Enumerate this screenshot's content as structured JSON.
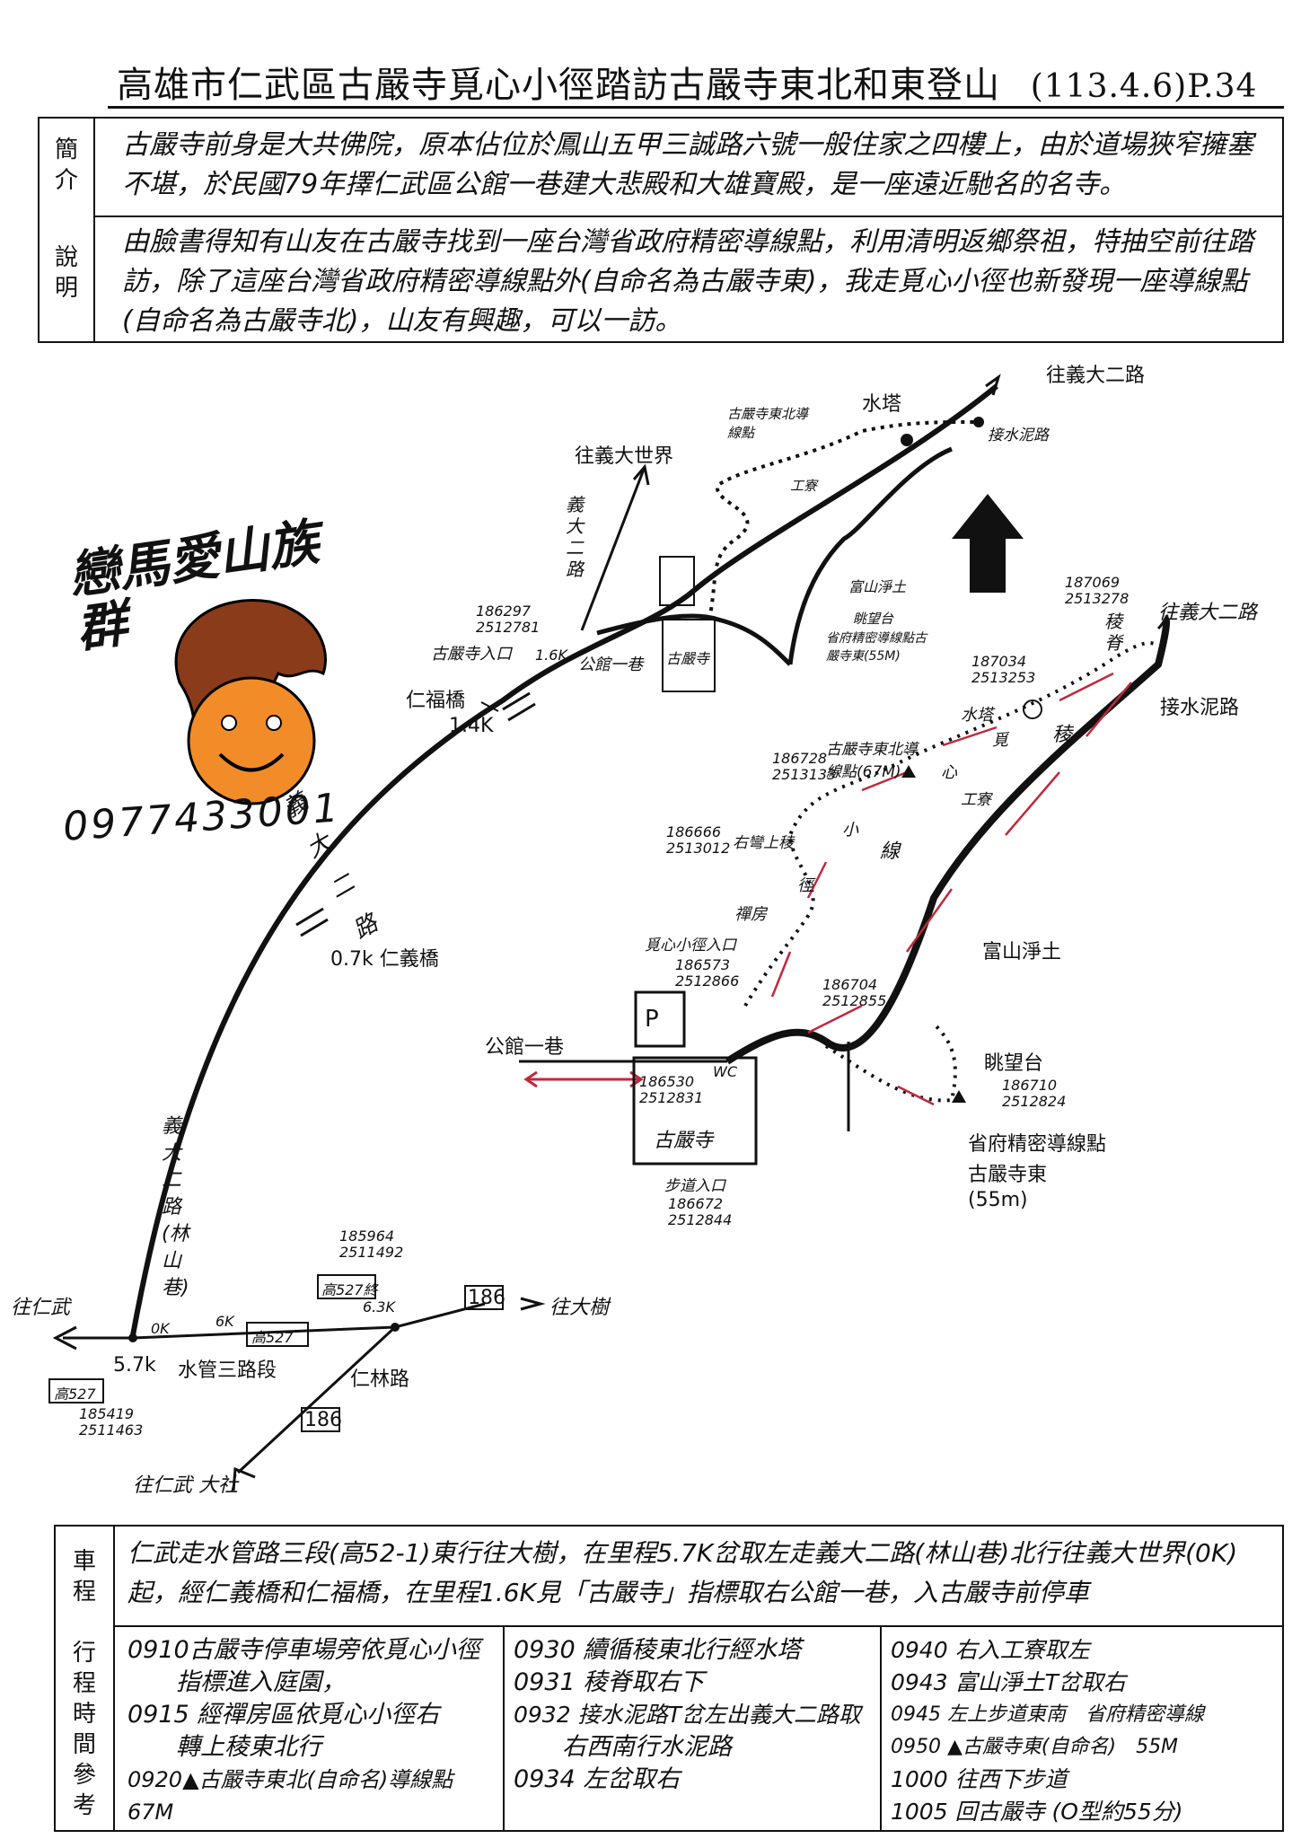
{
  "title": "高雄市仁武區古嚴寺覓心小徑踏訪古嚴寺東北和東登山",
  "date_page": "(113.4.6)P.34",
  "intro": {
    "label": "簡介",
    "text": "古嚴寺前身是大共佛院，原本佔位於鳳山五甲三誠路六號一般住家之四樓上，由於道場狹窄擁塞不堪，於民國79年擇仁武區公館一巷建大悲殿和大雄寶殿，是一座遠近馳名的名寺。"
  },
  "note": {
    "label": "說明",
    "text": "由臉書得知有山友在古嚴寺找到一座台灣省政府精密導線點，利用清明返鄉祭祖，特抽空前往踏訪，除了這座台灣省政府精密導線點外(自命名為古嚴寺東)，我走覓心小徑也新發現一座導線點(自命名為古嚴寺北)，山友有興趣，可以一訪。"
  },
  "logo": {
    "name": "戀馬愛山族群",
    "phone": "0977433001"
  },
  "map": {
    "to_yida_2nd_top": "往義大二路",
    "to_yida_world": "往義大世界",
    "water_tower_top": "水塔",
    "north_mark_top": "古嚴寺東北導線點",
    "tap_road_top": "接水泥路",
    "factory_top": "工寮",
    "fushan_top": "富山淨土",
    "viewpoint_top": "眺望台",
    "east_top": "省府精密導線點古嚴寺東(55M)",
    "temple_top": "古嚴寺",
    "yida_2nd_road_vertical": "義大二路",
    "entrance_coord": "186297\n2512781",
    "entrance": "古嚴寺入口",
    "km_16": "1.6K",
    "gongguan_lane_top": "公館一巷",
    "renfu_bridge": "仁福橋",
    "km_14": "1.4K",
    "yida_2nd_road_curve": "義大二路",
    "km_07": "0.7k 仁義橋",
    "linshan_lane": "義大二路(林山巷)",
    "to_renwu": "往仁武",
    "km_57": "5.7k",
    "ok": "0K",
    "sixk": "6K",
    "route_527": "高527",
    "shuiguan_road": "水管三路段",
    "coord_bottom_left": "185419\n2511463",
    "end_coord": "185964\n2511492",
    "end_label": "高527終",
    "end_km": "6.3K",
    "route_186_a": "186",
    "to_dashu": "往大樹",
    "renlin_road": "仁林路",
    "route_186_b": "186",
    "to_renwu_dashe": "往仁武 大社",
    "detail": {
      "to_yida_2nd": "往義大二路",
      "ridge": "稜脊",
      "ridge_coord": "187069\n2513278",
      "tap_road": "接水泥路",
      "water_tower": "水塔",
      "tower_coord": "187034\n2513253",
      "ridge_word": "稜",
      "north_mark": "古嚴寺東北導線點(67M)",
      "north_coord": "186728\n2513133",
      "right_ridge": "右彎上稜",
      "rr_coord": "186666\n2513012",
      "factory": "工寮",
      "fushan": "富山淨土",
      "zen": "禪房",
      "trail_entrance": "覓心小徑入口",
      "te_coord": "186573\n2512866",
      "mid_coord": "186704\n2512855",
      "trail_chars": [
        "覓",
        "心",
        "小",
        "徑"
      ],
      "trail_word": "線",
      "gongguan_lane": "公館一巷",
      "parking": "P",
      "wc": "WC",
      "temple_coord": "186530\n2512831",
      "temple": "古嚴寺",
      "viewpoint": "眺望台",
      "vp_coord": "186710\n2512824",
      "east_mark": "省府精密導線點",
      "east_name": "古嚴寺東",
      "east_height": "(55m)",
      "step_entrance": "步道入口",
      "step_coord": "186672\n2512844"
    }
  },
  "drive": {
    "label": "車程",
    "text": "仁武走水管路三段(高52-1)東行往大樹，在里程5.7K岔取左走義大二路(林山巷)北行往義大世界(0K)起，經仁義橋和仁福橋，在里程1.6K見「古嚴寺」指標取右公館一巷，入古嚴寺前停車"
  },
  "schedule": {
    "label": "行程時間參考",
    "col1": [
      "0910古嚴寺停車場旁依覓心小徑",
      "　　指標進入庭園，",
      "0915 經禪房區依覓心小徑右",
      "　　轉上稜東北行",
      "0920▲古嚴寺東北(自命名)導線點67M"
    ],
    "col2": [
      "0930 續循稜東北行經水塔",
      "0931 稜脊取右下",
      "0932 接水泥路T岔左出義大二路取",
      "　　右西南行水泥路",
      "0934 左岔取右"
    ],
    "col3": [
      "0940 右入工寮取左",
      "0943 富山淨土T岔取右",
      "0945 左上步道東南　省府精密導線",
      "0950 ▲古嚴寺東(自命名)　55M",
      "1000 往西下步道",
      "1005 回古嚴寺 (O型約55分)"
    ]
  }
}
